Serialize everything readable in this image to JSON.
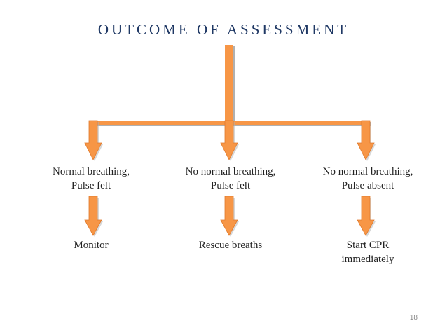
{
  "title": "OUTCOME OF ASSESSMENT",
  "colors": {
    "title": "#1f3864",
    "arrow": "#f79646",
    "arrow_outline": "#e07a2c",
    "shadow": "#b0b0b0",
    "text": "#222222",
    "page_number": "#8a8a8a"
  },
  "conditions": [
    {
      "label": "Normal breathing,\nPulse felt"
    },
    {
      "label": "No normal breathing,\nPulse felt"
    },
    {
      "label": "No normal breathing,\nPulse absent"
    }
  ],
  "actions": [
    {
      "label": "Monitor"
    },
    {
      "label": "Rescue breaths"
    },
    {
      "label": "Start CPR\nimmediately"
    }
  ],
  "page_number": "18"
}
